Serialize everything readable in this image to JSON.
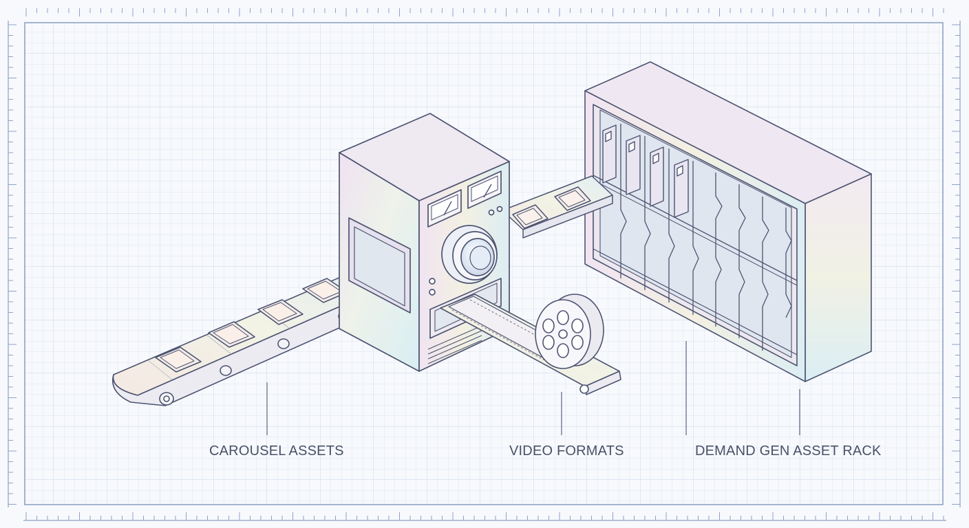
{
  "labels": {
    "carousel": "CAROUSEL ASSETS",
    "video": "VIDEO FORMATS",
    "rack": "DEMAND GEN ASSET RACK"
  },
  "colors": {
    "background": "#f7f9fd",
    "grid_minor": "#dde5f1",
    "grid_major": "#c6d3e7",
    "frame": "#8fa2c2",
    "line": "#4c5370",
    "label_text": "#4a5066"
  }
}
